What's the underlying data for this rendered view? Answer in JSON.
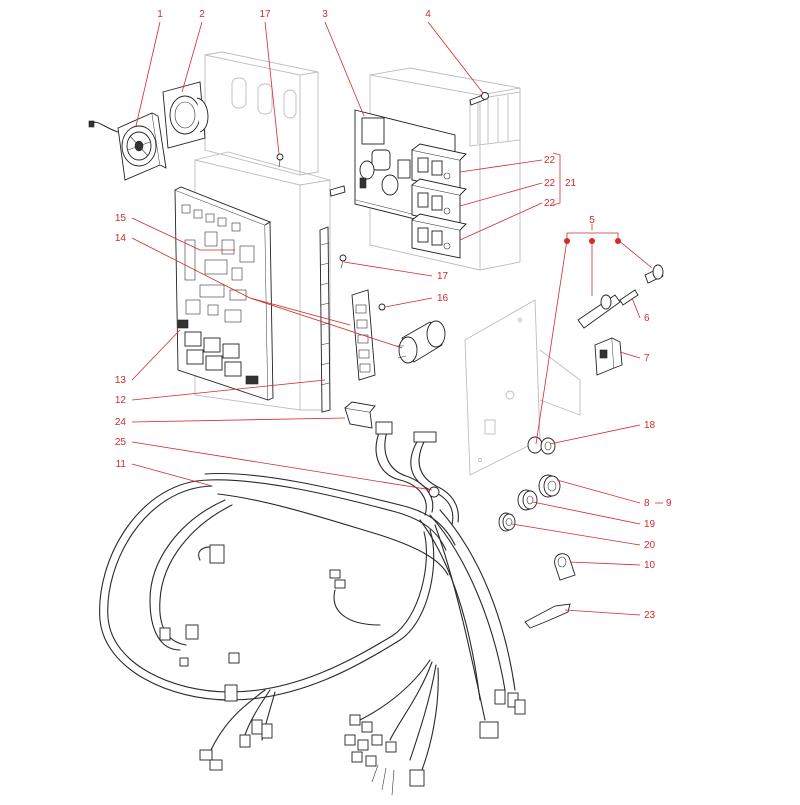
{
  "colors": {
    "callout": "#d42a2a",
    "line": "#222222",
    "ghost": "#bdbdbd",
    "background": "#ffffff"
  },
  "callouts": {
    "c1": "1",
    "c2": "2",
    "c3": "3",
    "c4": "4",
    "c5": "5",
    "c6": "6",
    "c7": "7",
    "c8": "8",
    "c9": "9",
    "c10": "10",
    "c11": "11",
    "c12": "12",
    "c13": "13",
    "c14": "14",
    "c15": "15",
    "c16": "16",
    "c17a": "17",
    "c17b": "17",
    "c18": "18",
    "c19": "19",
    "c20": "20",
    "c21": "21",
    "c22a": "22",
    "c22b": "22",
    "c22c": "22",
    "c23": "23",
    "c24": "24",
    "c25": "25"
  }
}
